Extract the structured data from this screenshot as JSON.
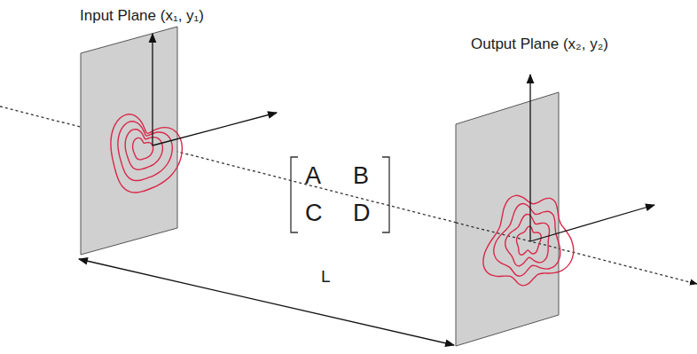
{
  "diagram": {
    "labels": [
      "Input Plane (x₁, y₁)",
      "Output Plane (x₂, y₂)",
      "A",
      "B",
      "C",
      "D",
      "L"
    ]
  }
}
